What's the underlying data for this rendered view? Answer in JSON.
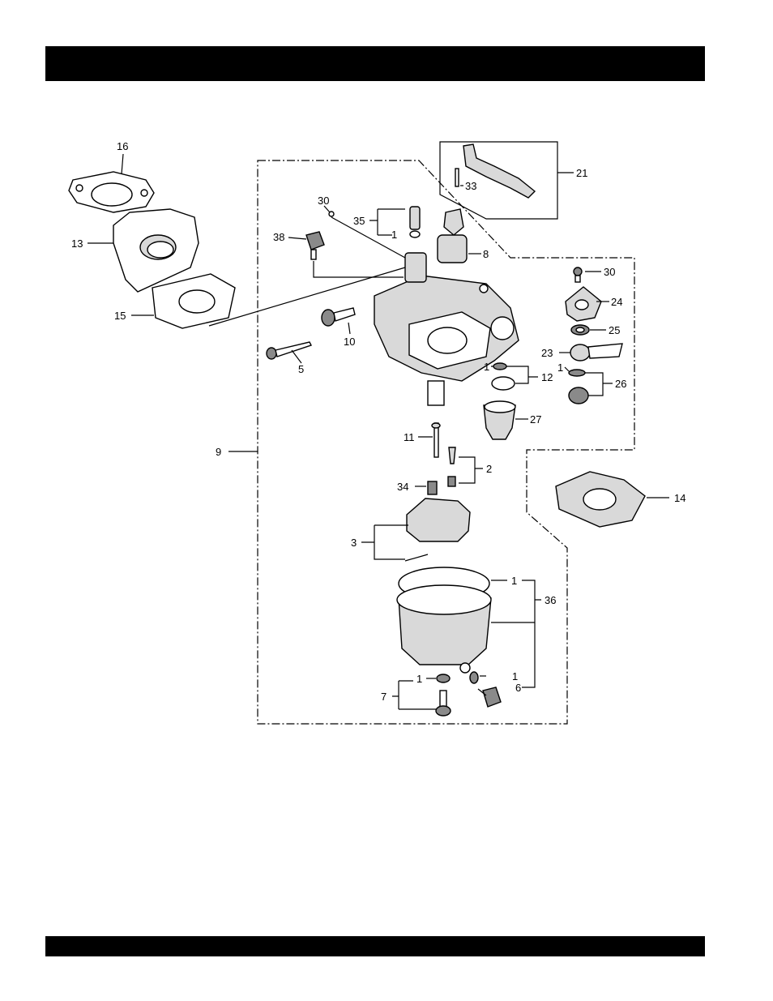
{
  "header": {
    "title": ""
  },
  "footer": {
    "text": ""
  },
  "diagram": {
    "callouts": [
      "16",
      "13",
      "15",
      "30",
      "38",
      "35",
      "1",
      "8",
      "21",
      "33",
      "30",
      "24",
      "25",
      "23",
      "1",
      "12",
      "1",
      "26",
      "10",
      "5",
      "27",
      "9",
      "11",
      "2",
      "34",
      "14",
      "3",
      "1",
      "36",
      "1",
      "1",
      "6",
      "7"
    ]
  }
}
